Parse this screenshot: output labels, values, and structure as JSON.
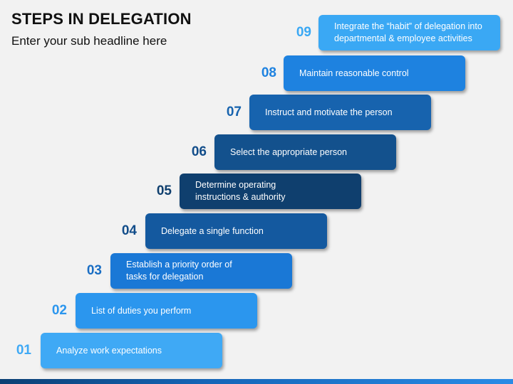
{
  "header": {
    "title": "STEPS IN DELEGATION",
    "subtitle": "Enter your sub headline here"
  },
  "steps": [
    {
      "number": "01",
      "text": "Analyze work expectations",
      "color": "#3fa9f5",
      "num_color": "#3fa9f5"
    },
    {
      "number": "02",
      "text": "List of duties you perform",
      "color": "#2b96ee",
      "num_color": "#2b96ee"
    },
    {
      "number": "03",
      "text": "Establish a priority order of\ntasks for delegation",
      "color": "#1a78d6",
      "num_color": "#1a6ec4"
    },
    {
      "number": "04",
      "text": "Delegate a single function",
      "color": "#14599f",
      "num_color": "#124d8a"
    },
    {
      "number": "05",
      "text": "Determine operating\ninstructions & authority",
      "color": "#0f3f6e",
      "num_color": "#0f3f6e"
    },
    {
      "number": "06",
      "text": "Select the appropriate person",
      "color": "#13518d",
      "num_color": "#124d8a"
    },
    {
      "number": "07",
      "text": "Instruct and motivate the person",
      "color": "#1763ae",
      "num_color": "#1763ae"
    },
    {
      "number": "08",
      "text": "Maintain reasonable control",
      "color": "#1e82e0",
      "num_color": "#1e82e0"
    },
    {
      "number": "09",
      "text": "Integrate the “habit” of delegation into\ndepartmental & employee activities",
      "color": "#3aa8f4",
      "num_color": "#3aa8f4"
    }
  ]
}
